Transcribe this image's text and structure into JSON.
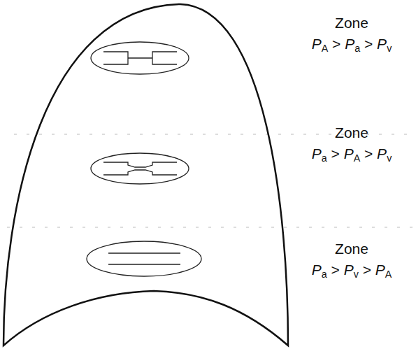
{
  "diagram": {
    "labels": [
      "Zone",
      "PA > Pa > Pv",
      "Zone",
      "Pa > PA > Pv",
      "Zone",
      "Pa > Pv > PA"
    ]
  }
}
